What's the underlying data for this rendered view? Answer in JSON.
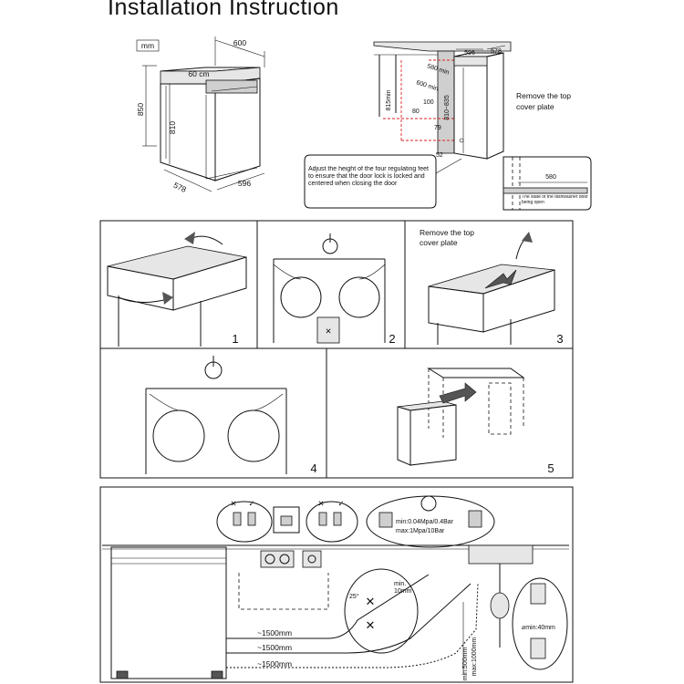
{
  "title": "Installation Instruction",
  "specs": {
    "unit": "mm",
    "top_label": "60 cm",
    "height": "850",
    "inner_height": "810",
    "depth_top": "600",
    "width": "596",
    "depth": "578"
  },
  "niche": {
    "depth_top": "596",
    "depth_side": "578",
    "niche_width": "580 min",
    "niche_width2": "600 min",
    "height_range": "815min",
    "adjust_height": "810~835",
    "gap_100": "100",
    "gap_80": "80",
    "gap_79": "79",
    "gap_52": "52",
    "remove_note": "Remove the top cover plate",
    "door_dim": "580",
    "door_note": "The state of the dishwasher door being open"
  },
  "adjust_note": "Adjust the height of the four regulating feet to ensure that the door lock is locked and centered when closing the door",
  "steps": [
    {
      "num": "1"
    },
    {
      "num": "2"
    },
    {
      "num": "3",
      "note": "Remove the top cover plate"
    },
    {
      "num": "4"
    },
    {
      "num": "5"
    }
  ],
  "connections": {
    "pressure_min": "min:0.04Mpa/0.4Bar",
    "pressure_max": "max:1Mpa/10Bar",
    "hose1": "~1500mm",
    "hose2": "~1500mm",
    "hose3": "~1500mm",
    "drain_min": "min:500mm",
    "drain_max": "max:1000mm",
    "diameter": "⌀min:40mm",
    "bend_angle": "25°",
    "bend_min": "min.",
    "bend_radius": "10mm",
    "cross_mark": "✕",
    "check_mark": "✓"
  }
}
